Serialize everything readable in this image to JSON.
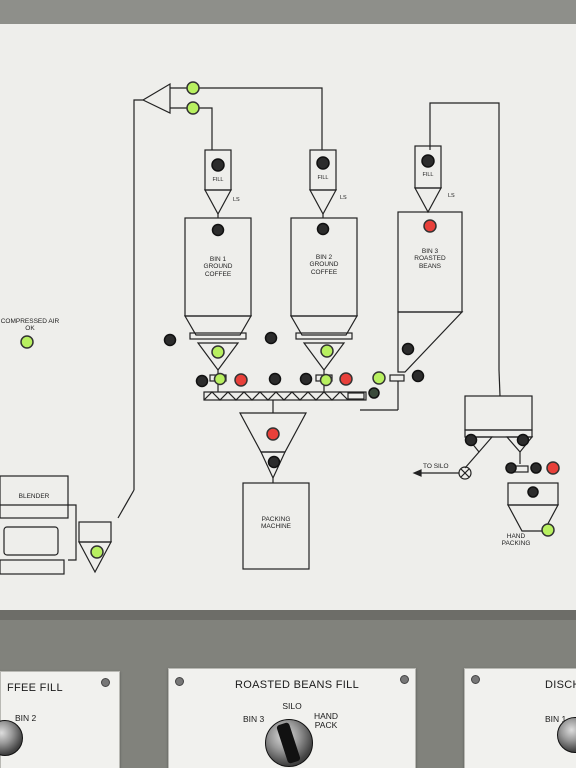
{
  "diagram": {
    "fill_label": "FILL",
    "ls_label": "LS",
    "bin1": "BIN 1\nGROUND\nCOFFEE",
    "bin2": "BIN 2\nGROUND\nCOFFEE",
    "bin3": "BIN 3\nROASTED\nBEANS",
    "compressed_air": "COMPRESSED AIR\nOK",
    "blender": "BLENDER",
    "packing_machine": "PACKING\nMACHINE",
    "to_silo": "TO SILO",
    "hand_packing": "HAND\nPACKING"
  },
  "indicators": {
    "green": "#b8f060",
    "red": "#e8403a",
    "off": "#2c2c2c"
  },
  "plates": {
    "left": {
      "title": "FFEE FILL",
      "sub": "BIN 2"
    },
    "center": {
      "title": "ROASTED BEANS FILL",
      "top": "SILO",
      "left": "BIN 3",
      "right": "HAND\nPACK"
    },
    "right": {
      "title": "DISCHA",
      "sub": "BIN 1"
    }
  }
}
